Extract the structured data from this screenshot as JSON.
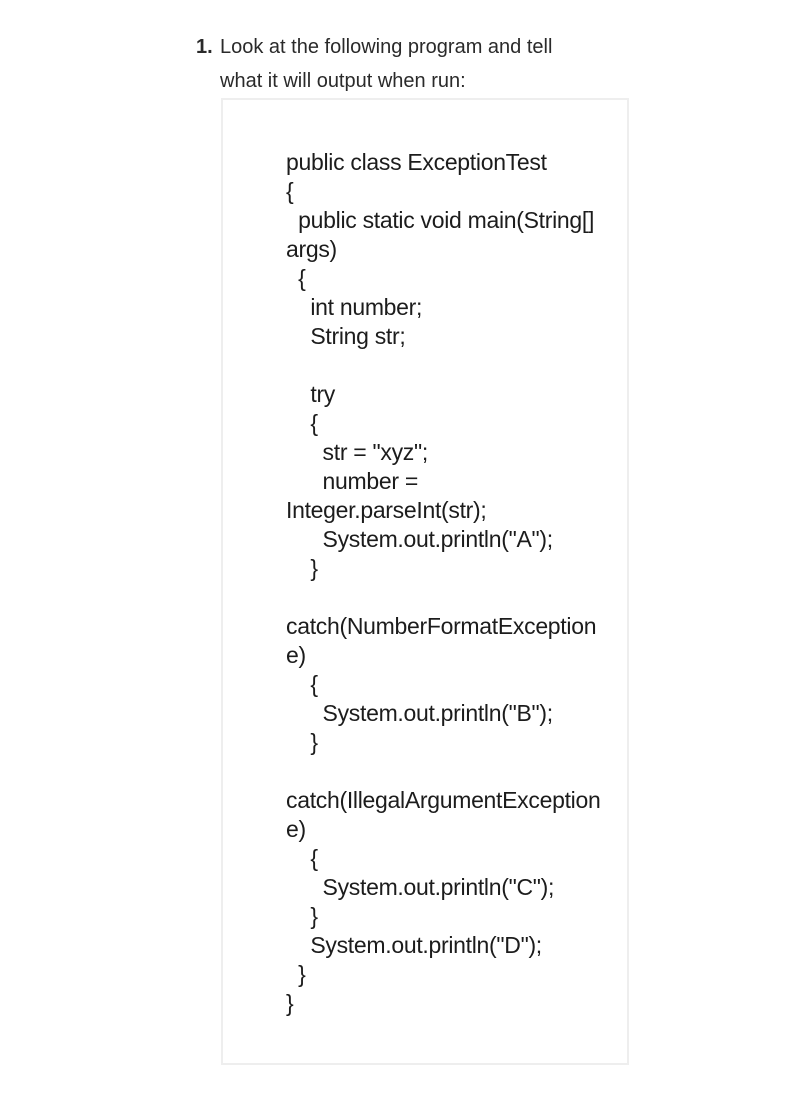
{
  "question": {
    "number": "1.",
    "lines": [
      "Look at the following program and tell",
      "what it will output when run:"
    ]
  },
  "code_lines": [
    "public class ExceptionTest",
    "{",
    "  public static void main(String[]",
    "args)",
    "  {",
    "    int number;",
    "    String str;",
    "",
    "    try",
    "    {",
    "      str = \"xyz\";",
    "      number =",
    "Integer.parseInt(str);",
    "      System.out.println(\"A\");",
    "    }",
    "",
    "catch(NumberFormatException",
    "e)",
    "    {",
    "      System.out.println(\"B\");",
    "    }",
    "",
    "catch(IllegalArgumentException",
    "e)",
    "    {",
    "      System.out.println(\"C\");",
    "    }",
    "    System.out.println(\"D\");",
    "  }",
    "}"
  ]
}
